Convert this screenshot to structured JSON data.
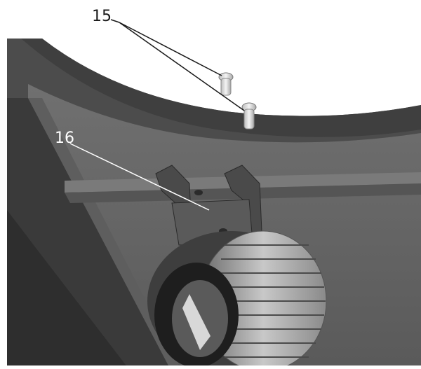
{
  "callouts": [
    {
      "number": "15",
      "part": "screws"
    },
    {
      "number": "16",
      "part": "wheel-bracket"
    }
  ],
  "colors": {
    "background": "#ffffff",
    "frame_dark": "#3a3a3a",
    "frame_mid": "#555555",
    "panel": "#6b6b6b",
    "bracket": "#4a4a4a",
    "wheel": "#9a9a9a",
    "screw": "#e0e0e0"
  }
}
